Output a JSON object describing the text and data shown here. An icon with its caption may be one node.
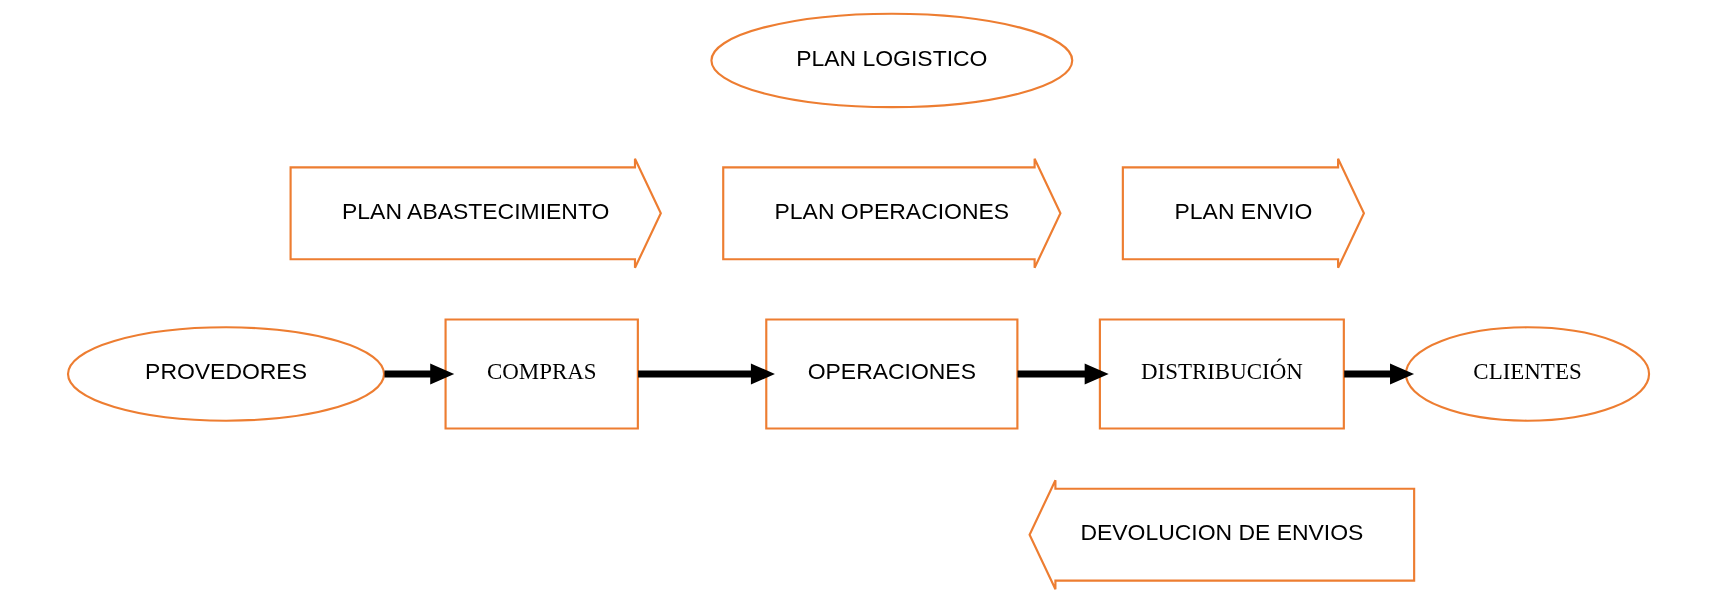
{
  "diagram": {
    "nodes": [
      {
        "text": [
          "PLAN LOGISTICO"
        ]
      },
      {
        "text": [
          "PLAN ABASTECIMIENTO"
        ]
      },
      {
        "text": [
          "PLAN OPERACIONES"
        ]
      },
      {
        "text": [
          "PLAN ENVIO"
        ]
      },
      {
        "text": [
          "PROVEDORES"
        ]
      },
      {
        "text": [
          "COMPRAS"
        ]
      },
      {
        "text": [
          "OPERACIONES"
        ]
      },
      {
        "text": [
          "DISTRIBUCIÓN"
        ]
      },
      {
        "text": [
          "CLIENTES"
        ]
      },
      {
        "text": [
          "DEVOLUCION DE ENVIOS"
        ]
      }
    ],
    "edges": [
      {
        "from": 4,
        "to": 5,
        "arrow": "to"
      },
      {
        "from": 5,
        "to": 6,
        "arrow": "to"
      },
      {
        "from": 6,
        "to": 7,
        "arrow": "to"
      },
      {
        "from": 7,
        "to": 8,
        "arrow": "to"
      }
    ]
  }
}
